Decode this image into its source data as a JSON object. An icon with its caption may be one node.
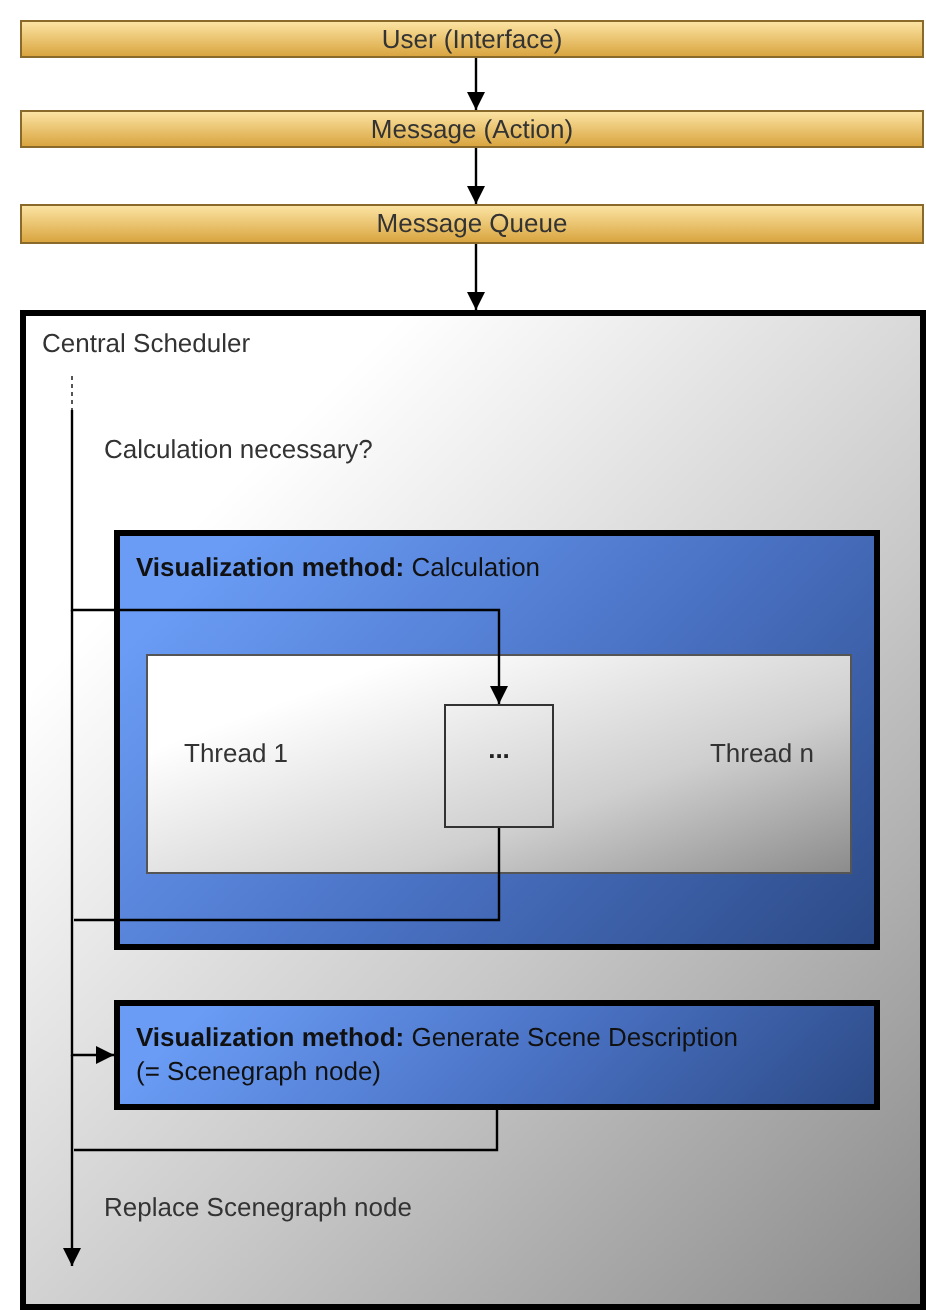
{
  "diagram": {
    "nodes": [
      {
        "text": [
          "User (Interface)"
        ]
      },
      {
        "text": [
          "Message (Action)"
        ]
      },
      {
        "text": [
          "Message Queue"
        ]
      },
      {
        "text": [
          "Central Scheduler"
        ]
      },
      {
        "text": [
          "**Visualization method:** Calculation"
        ],
        "in": 3
      },
      {
        "text": [
          "Thread 1",
          "Thread n"
        ],
        "in": 4
      },
      {
        "text": [
          "..."
        ],
        "in": 5
      },
      {
        "text": [
          "**Visualization method:** Generate Scene Description (= Scenegraph node)"
        ],
        "in": 3
      }
    ],
    "edges": [
      {
        "from": 0,
        "to": 1,
        "arrow": "to"
      },
      {
        "from": 1,
        "to": 2,
        "arrow": "to"
      },
      {
        "from": 2,
        "to": 3,
        "arrow": "to"
      },
      {
        "from": null,
        "to": 6,
        "arrow": "to"
      },
      {
        "from": 6,
        "to": 7,
        "arrow": "to"
      },
      {
        "from": 7,
        "to": null,
        "arrow": "to"
      }
    ],
    "labels": [
      "Calculation necessary?",
      "Replace Scenegraph node"
    ]
  }
}
